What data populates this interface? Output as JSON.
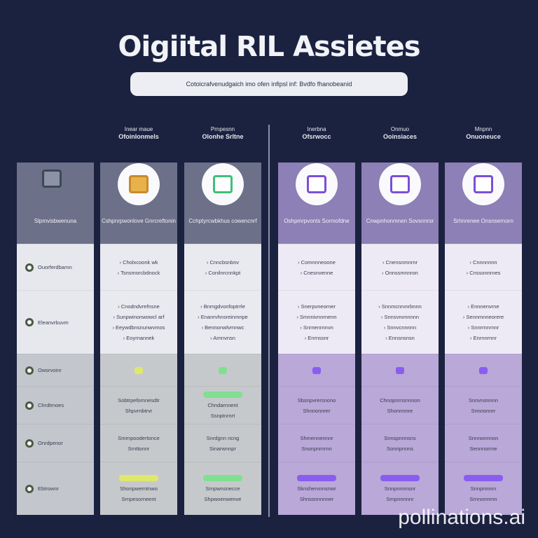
{
  "title": "Oigiital RIL Assietes",
  "subtitle": "Cotoicrafvenudgaich imo ofen infipsl inf: Bvdfo fhanobeanid",
  "watermark": "pollinations.ai",
  "colors": {
    "background": "#1b2240",
    "gray_header": "#6c7089",
    "purple_header": "#8d80b6",
    "green_accent": "#7fe08f",
    "purple_accent": "#8a5cf0",
    "yellow_accent": "#dfe86a"
  },
  "columns": [
    {
      "top": "",
      "title": "",
      "icon": "grid-icon",
      "header": "Slpmvisbwenuna",
      "theme": "gray",
      "rows": [
        "",
        "Ouorferdbarnn",
        "Eleanvrbuvm",
        "Owsrvoinr",
        "Chrdtrnoes",
        "Onrdpenor",
        "Ebtrownr"
      ]
    },
    {
      "top": "Inear maue",
      "title": "Ofoinlonmels",
      "icon": "document-icon",
      "header": "Cshpnrpwonlove Gnrcreftonin",
      "theme": "gray",
      "accent": "#dfe86a",
      "rows": [
        "",
        "Cholxcoonk wk|Tsnsmorcbdnock",
        "Cnodndvrefnsne|Sunpwinonwowcl arf|Eeywdbnsnunwvmos|Eoyrnannek",
        "",
        "Sobtrpefomnesdtr|Shpvrnbtrvr",
        "Smrnpoodertonce|Srnttonnr",
        "Shonpwerntnwo|Srnpesorneent"
      ]
    },
    {
      "top": "Prnpesnn",
      "title": "Olonhe Srltne",
      "icon": "image-icon",
      "header": "Cchptyrcwbkhus cowencnrf",
      "theme": "gray",
      "accent": "#7fe08f",
      "rows": [
        "",
        "Cnncbsnbnv|Conilnrcnnkpt",
        "Bnmgdvonfoptrrle|Enanrvhnsreinmnpe|Bennonwlvmnwc|Arnnvnsn",
        "",
        "Chndarnnent|Ssnptnrnrt",
        "Snrdgnn ncng|Sinarwnnpr",
        "Srnpwnsnecce|Shpwoenwenve"
      ]
    },
    {
      "top": "Inerbna",
      "title": "Ofsrwocc",
      "icon": "table-icon",
      "header": "Oshpmrpvonts Sormofdne",
      "theme": "purple",
      "accent": "#8a5cf0",
      "rows": [
        "",
        "Comnnneoone|Cnesnvenne",
        "Snerpvneorner|Smnnivnnrnenn|Snrnenrnnvn|Enrnssnr",
        "",
        "Sbsnpvrersnono|Shnnonnrer",
        "Shmennennnr|Snonpnrnrnn",
        "Sknshervnnsnwr|Shnssnnnnner"
      ]
    },
    {
      "top": "Onmuo",
      "title": "Ooinsiaces",
      "icon": "table-icon",
      "header": "Cnwpnhonmnen Sovsnnrsr",
      "theme": "purple",
      "accent": "#8a5cf0",
      "rows": [
        "",
        "Cnensnmnrnr|Onnssmnnron",
        "Snnmcnrvnrbnnn|Snnsvnvnnnnn|Snnvcnnnnn|Ennsnsnsn",
        "",
        "Chnopnrnsnnnon|Shonnnnre",
        "Snnspnnnsns|Sonnpnnns",
        "Snnpnnnnsnr|Srnpnnnnnr"
      ]
    },
    {
      "top": "Mnpnn",
      "title": "Onuoneuce",
      "icon": "window-icon",
      "header": "Srhnrenee Onsnsernorn",
      "theme": "purple",
      "accent": "#8a5cf0",
      "rows": [
        "",
        "Cnnnnnnn|Cnssonnrnes",
        "Ennnenvrne|Sennmnneorere|Snnrrnnrnnr|Enrnnrnnr",
        "",
        "Snnvnonnnn|Snnnonnrr",
        "Snnnonnnon|Sennnorrne",
        "Snnpnnnrn|Srnnonnrnn"
      ]
    }
  ]
}
